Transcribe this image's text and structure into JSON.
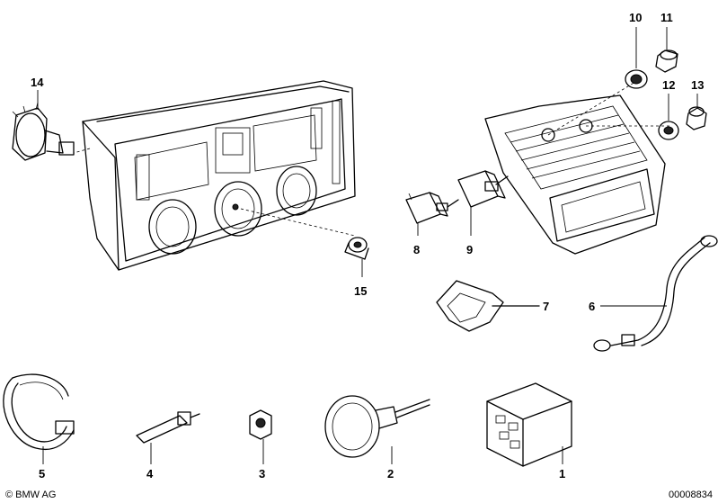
{
  "parts": [
    {
      "id": "1",
      "label": "1"
    },
    {
      "id": "2",
      "label": "2"
    },
    {
      "id": "3",
      "label": "3"
    },
    {
      "id": "4",
      "label": "4"
    },
    {
      "id": "5",
      "label": "5"
    },
    {
      "id": "6",
      "label": "6"
    },
    {
      "id": "7",
      "label": "7"
    },
    {
      "id": "8",
      "label": "8"
    },
    {
      "id": "9",
      "label": "9"
    },
    {
      "id": "10",
      "label": "10"
    },
    {
      "id": "11",
      "label": "11"
    },
    {
      "id": "12",
      "label": "12"
    },
    {
      "id": "13",
      "label": "13"
    },
    {
      "id": "14",
      "label": "14"
    },
    {
      "id": "15",
      "label": "15"
    }
  ],
  "footer": {
    "copyright": "© BMW AG",
    "diagram_number": "00008834"
  }
}
